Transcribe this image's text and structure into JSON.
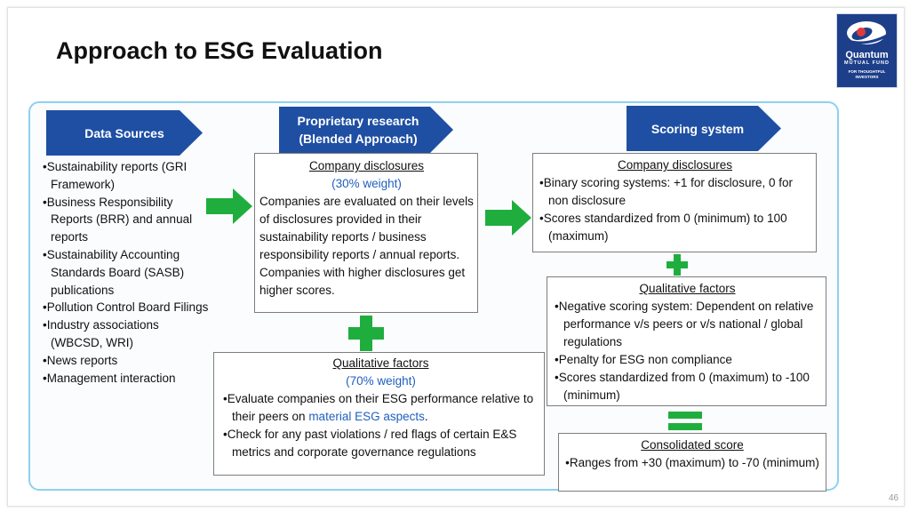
{
  "slide": {
    "title": "Approach to ESG Evaluation",
    "page_number": "46"
  },
  "logo": {
    "name": "Quantum",
    "sub": "MUTUAL FUND",
    "tagline_1": "FOR THOUGHTFUL",
    "tagline_2": "INVESTORS"
  },
  "headers": {
    "data_sources": "Data Sources",
    "proprietary_1": "Proprietary research",
    "proprietary_2": "(Blended Approach)",
    "scoring": "Scoring system"
  },
  "data_sources": [
    "Sustainability reports (GRI Framework)",
    "Business Responsibility Reports (BRR) and annual reports",
    "Sustainability Accounting Standards Board (SASB) publications",
    "Pollution Control Board Filings",
    "Industry associations (WBCSD, WRI)",
    "News reports",
    "Management interaction"
  ],
  "research_disclosures": {
    "title": "Company disclosures",
    "weight": "(30% weight)",
    "body": "Companies are evaluated on their levels of disclosures provided in their sustainability reports / business responsibility reports / annual reports. Companies with higher disclosures get higher scores."
  },
  "research_qualitative": {
    "title": "Qualitative factors",
    "weight": "(70% weight)",
    "bullet1_pre": "Evaluate companies on their ESG performance relative to their peers on ",
    "bullet1_link": "material ESG aspects",
    "bullet1_post": ".",
    "bullet2": "Check for any past violations / red flags of certain E&S metrics and corporate governance regulations"
  },
  "scoring_disclosures": {
    "title": "Company disclosures",
    "bullets": [
      "Binary scoring systems: +1 for disclosure, 0 for non disclosure",
      "Scores standardized from 0 (minimum) to 100 (maximum)"
    ]
  },
  "scoring_qualitative": {
    "title": "Qualitative factors",
    "bullets": [
      "Negative scoring system: Dependent on relative performance v/s peers or v/s national / global regulations",
      "Penalty for ESG non compliance",
      "Scores standardized from 0 (maximum) to -100 (minimum)"
    ]
  },
  "consolidated": {
    "title": "Consolidated score",
    "bullet": "Ranges from +30 (maximum) to -70 (minimum)"
  },
  "colors": {
    "chevron": "#1e4fa3",
    "arrow_green": "#1fae3e",
    "container_border": "#8fd0ee",
    "link": "#1f5fbf"
  }
}
